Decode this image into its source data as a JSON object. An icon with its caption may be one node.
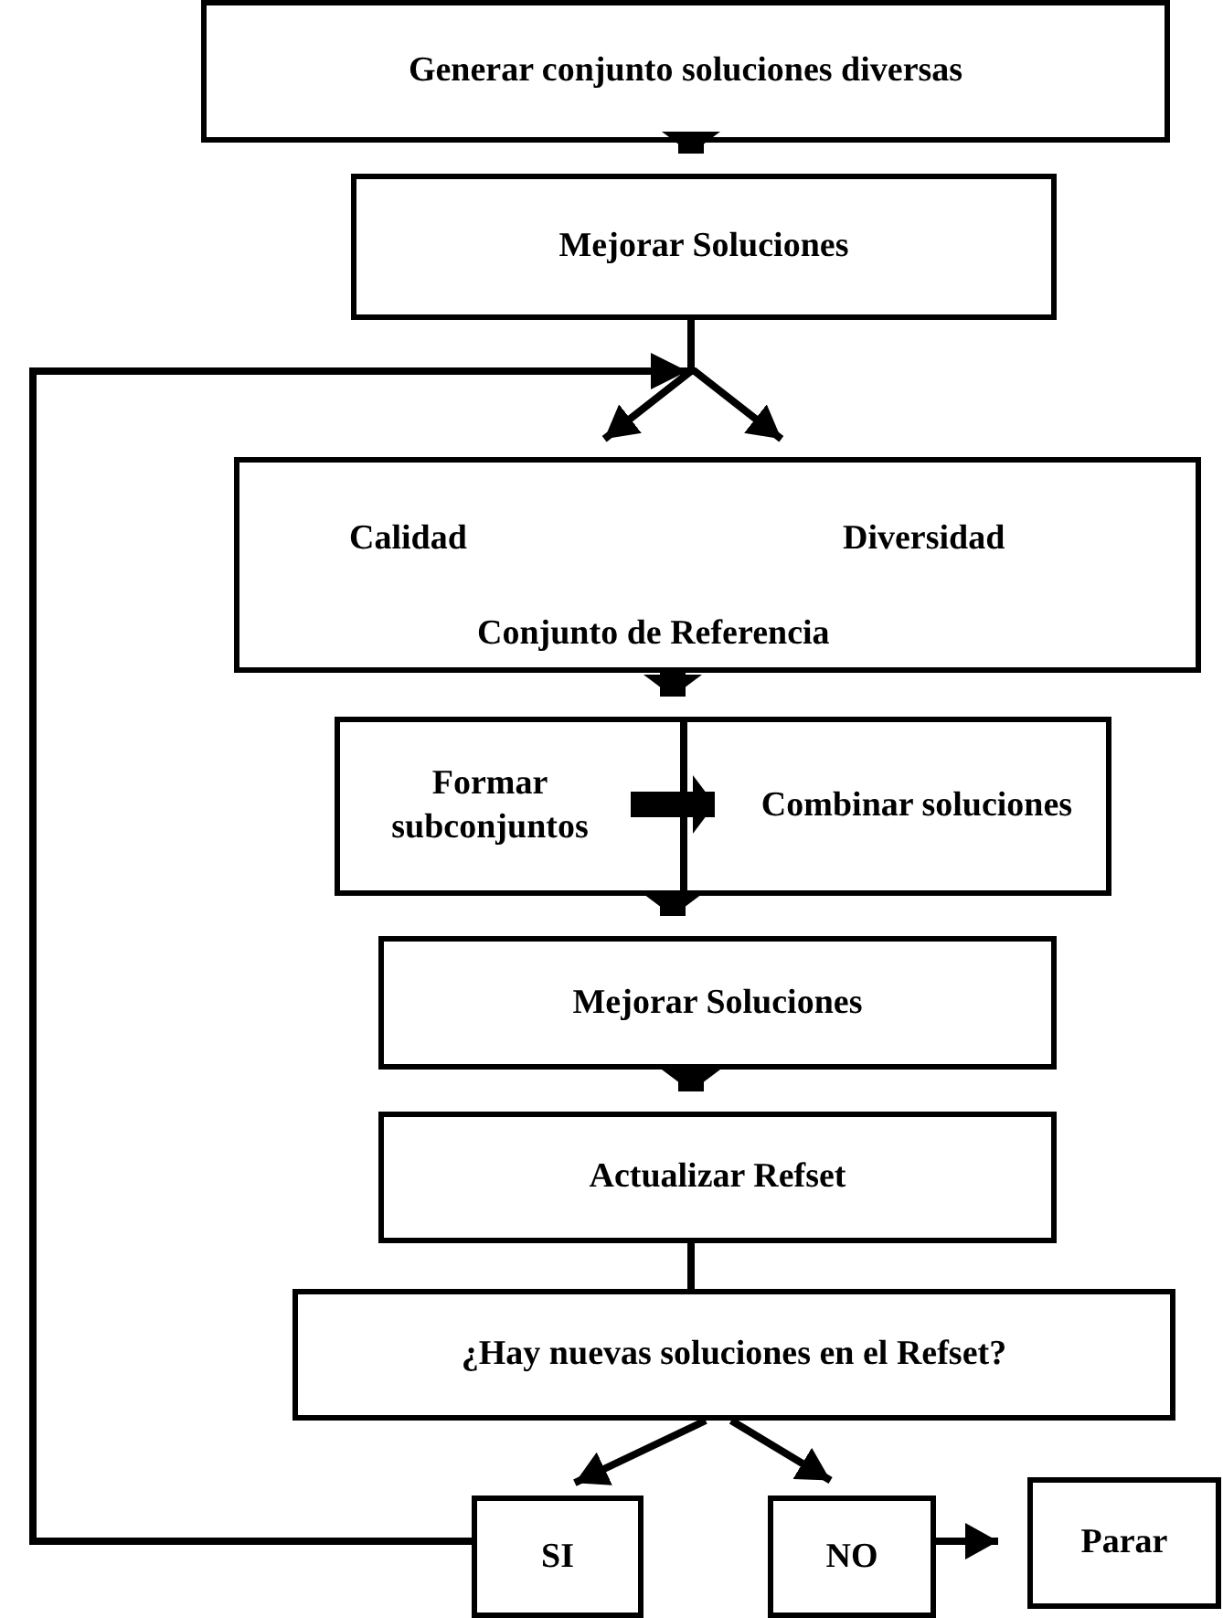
{
  "diagram": {
    "nodes": [
      {
        "text": [
          "Generar conjunto soluciones diversas"
        ]
      },
      {
        "text": [
          "Mejorar Soluciones"
        ]
      },
      {
        "text": [
          "Calidad",
          "Diversidad",
          "Conjunto de Referencia"
        ]
      },
      {
        "text": [
          "Formar subconjuntos"
        ]
      },
      {
        "text": [
          "Combinar soluciones"
        ]
      },
      {
        "text": [
          "Mejorar Soluciones"
        ]
      },
      {
        "text": [
          "Actualizar Refset"
        ]
      },
      {
        "text": [
          "¿Hay nuevas soluciones en el Refset?"
        ]
      },
      {
        "text": [
          "SI"
        ]
      },
      {
        "text": [
          "NO"
        ]
      },
      {
        "text": [
          "Parar"
        ]
      }
    ],
    "edges": [
      {
        "from": 0,
        "to": 1,
        "arrow": "to",
        "style": "thick"
      },
      {
        "from": 1,
        "to": 2,
        "arrow": "to"
      },
      {
        "from": 8,
        "to": 2,
        "arrow": "to"
      },
      {
        "from": 2,
        "to": 3,
        "arrow": "to",
        "style": "thick"
      },
      {
        "from": 3,
        "to": 4,
        "arrow": "to",
        "style": "thick"
      },
      {
        "from": 3,
        "to": 5,
        "arrow": "to",
        "style": "thick"
      },
      {
        "from": 5,
        "to": 6,
        "arrow": "to",
        "style": "thick"
      },
      {
        "from": 6,
        "to": 7,
        "arrow": "none"
      },
      {
        "from": 7,
        "to": 8,
        "arrow": "to"
      },
      {
        "from": 7,
        "to": 9,
        "arrow": "to"
      },
      {
        "from": 9,
        "to": 10,
        "arrow": "to"
      }
    ]
  }
}
